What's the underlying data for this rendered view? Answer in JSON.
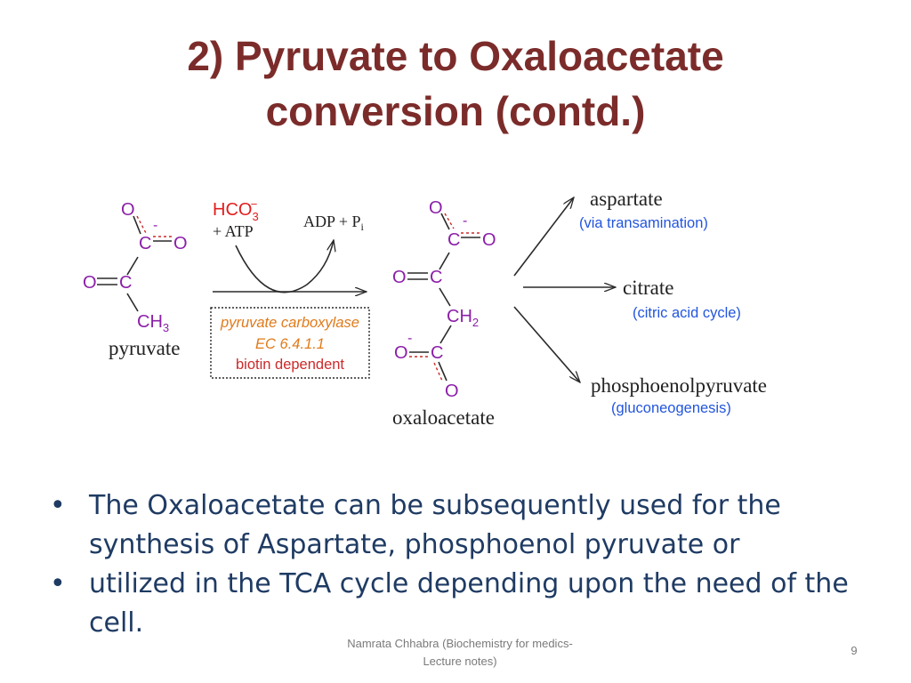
{
  "slide": {
    "title_lines": [
      "2) Pyruvate to Oxaloacetate",
      "conversion (contd.)"
    ],
    "bullets": [
      "The Oxaloacetate can be subsequently used for the synthesis of Aspartate, phosphoenol pyruvate or",
      "utilized in the TCA cycle depending upon the need of the cell."
    ],
    "footer_lines": [
      "Namrata Chhabra (Biochemistry for medics-",
      "Lecture notes)"
    ],
    "page_number": "9"
  },
  "diagram": {
    "pyruvate": {
      "atoms": {
        "o_top": "O",
        "minus": "-",
        "c_carboxyl": "C",
        "o_right": "O",
        "o_keto": "O",
        "c_keto": "C",
        "ch3": "CH",
        "ch3_sub": "3"
      },
      "label": "pyruvate"
    },
    "reactants": {
      "hco3": "HCO",
      "hco3_sub": "3",
      "hco3_sup": "−",
      "atp": "+ ATP"
    },
    "products": {
      "adp": "ADP + P",
      "adp_sub": "i"
    },
    "enzyme": {
      "name": "pyruvate carboxylase",
      "ec": "EC 6.4.1.1",
      "note": "biotin dependent"
    },
    "oxaloacetate": {
      "atoms": {
        "o_top": "O",
        "minus_top": "-",
        "c_top": "C",
        "o_top_right": "O",
        "o_keto": "O",
        "c_keto": "C",
        "ch2": "CH",
        "ch2_sub": "2",
        "o_bottom_left": "O",
        "minus_bottom": "-",
        "c_bottom": "C",
        "o_bottom": "O"
      },
      "label": "oxaloacetate"
    },
    "fates": [
      {
        "name": "aspartate",
        "via": "(via transamination)"
      },
      {
        "name": "citrate",
        "via": "(citric acid cycle)"
      },
      {
        "name": "phosphoenolpyruvate",
        "via": "(gluconeogenesis)"
      }
    ],
    "colors": {
      "atom": "#8b1fa8",
      "bond": "#2a2a2a",
      "reactant": "#e21d1d",
      "enzyme_primary": "#e07a1a",
      "enzyme_note": "#cc2a2a",
      "fate_via": "#2255dd",
      "title": "#7b2c2a",
      "bullet_text": "#1f3b63"
    }
  }
}
